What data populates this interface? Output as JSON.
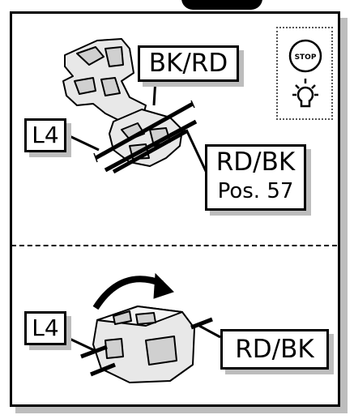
{
  "labels": {
    "top_connector_wire": "BK/RD",
    "top_left_wire": "L4",
    "top_right_wire": "RD/BK",
    "top_right_position": "Pos. 57",
    "bottom_left_wire": "L4",
    "bottom_right_wire": "RD/BK"
  },
  "icons": {
    "stop_text": "STOP",
    "stop_icon": "stop-sign-icon",
    "light_icon": "light-bulb-icon"
  }
}
